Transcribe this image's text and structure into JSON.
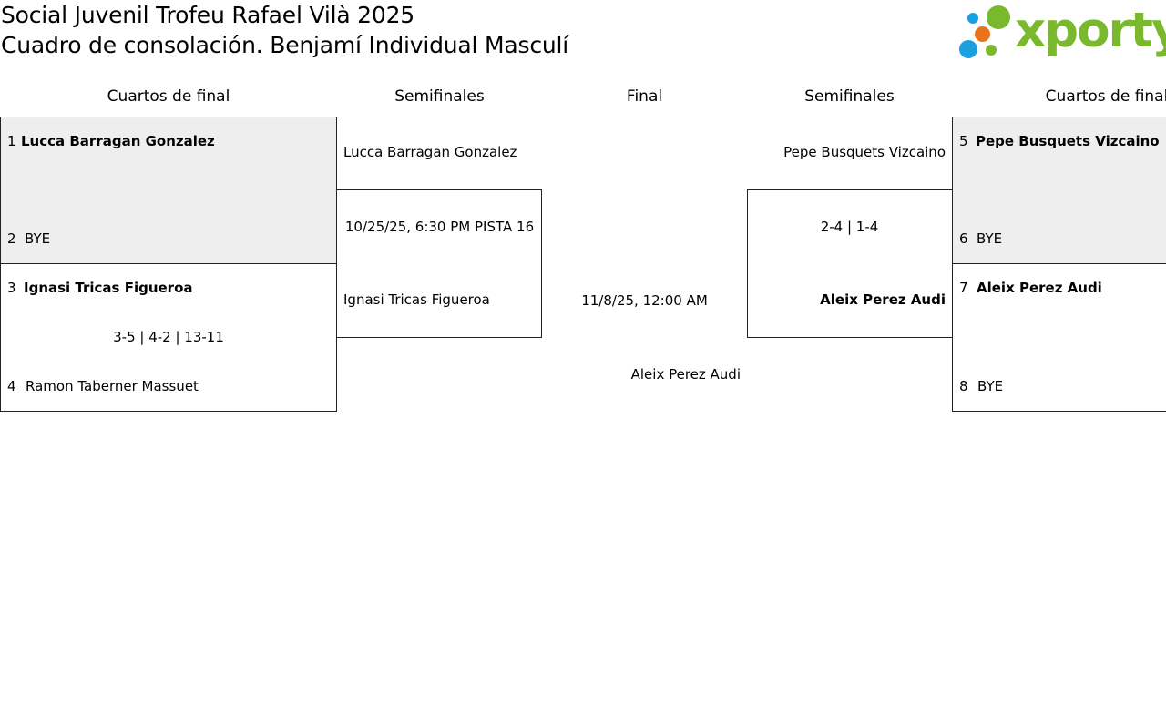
{
  "title_line1": "Social Juvenil Trofeu Rafael Vilà 2025",
  "title_line2": "Cuadro de consolación. Benjamí Individual Masculí",
  "logo_text": "xporty",
  "colors": {
    "logo_green": "#7ab82e",
    "logo_blue": "#1aa0e0",
    "logo_orange": "#e8731a",
    "bye_fill": "#eeeeee"
  },
  "headers": {
    "left_quarters": "Cuartos de final",
    "left_semis": "Semifinales",
    "final": "Final",
    "right_semis": "Semifinales",
    "right_quarters": "Cuartos de final"
  },
  "left_quarters": {
    "match1": {
      "seed_a": "1",
      "player_a": "Lucca Barragan Gonzalez",
      "seed_b": "2",
      "player_b": "BYE"
    },
    "match2": {
      "seed_a": "3",
      "player_a": "Ignasi Tricas Figueroa",
      "score": "3-5 | 4-2 | 13-11",
      "seed_b": "4",
      "player_b": "Ramon Taberner Massuet"
    }
  },
  "left_semis": {
    "player_a": "Lucca Barragan Gonzalez",
    "info": "10/25/25, 6:30 PM PISTA 16",
    "player_b": "Ignasi Tricas Figueroa"
  },
  "final": {
    "datetime": "11/8/25, 12:00 AM",
    "winner": "Aleix Perez Audi"
  },
  "right_semis": {
    "player_a": "Pepe Busquets Vizcaino",
    "score": "2-4 | 1-4",
    "player_b": "Aleix Perez Audi"
  },
  "right_quarters": {
    "match1": {
      "seed_a": "5",
      "player_a": "Pepe Busquets Vizcaino",
      "seed_b": "6",
      "player_b": "BYE"
    },
    "match2": {
      "seed_a": "7",
      "player_a": "Aleix Perez Audi",
      "seed_b": "8",
      "player_b": "BYE"
    }
  }
}
